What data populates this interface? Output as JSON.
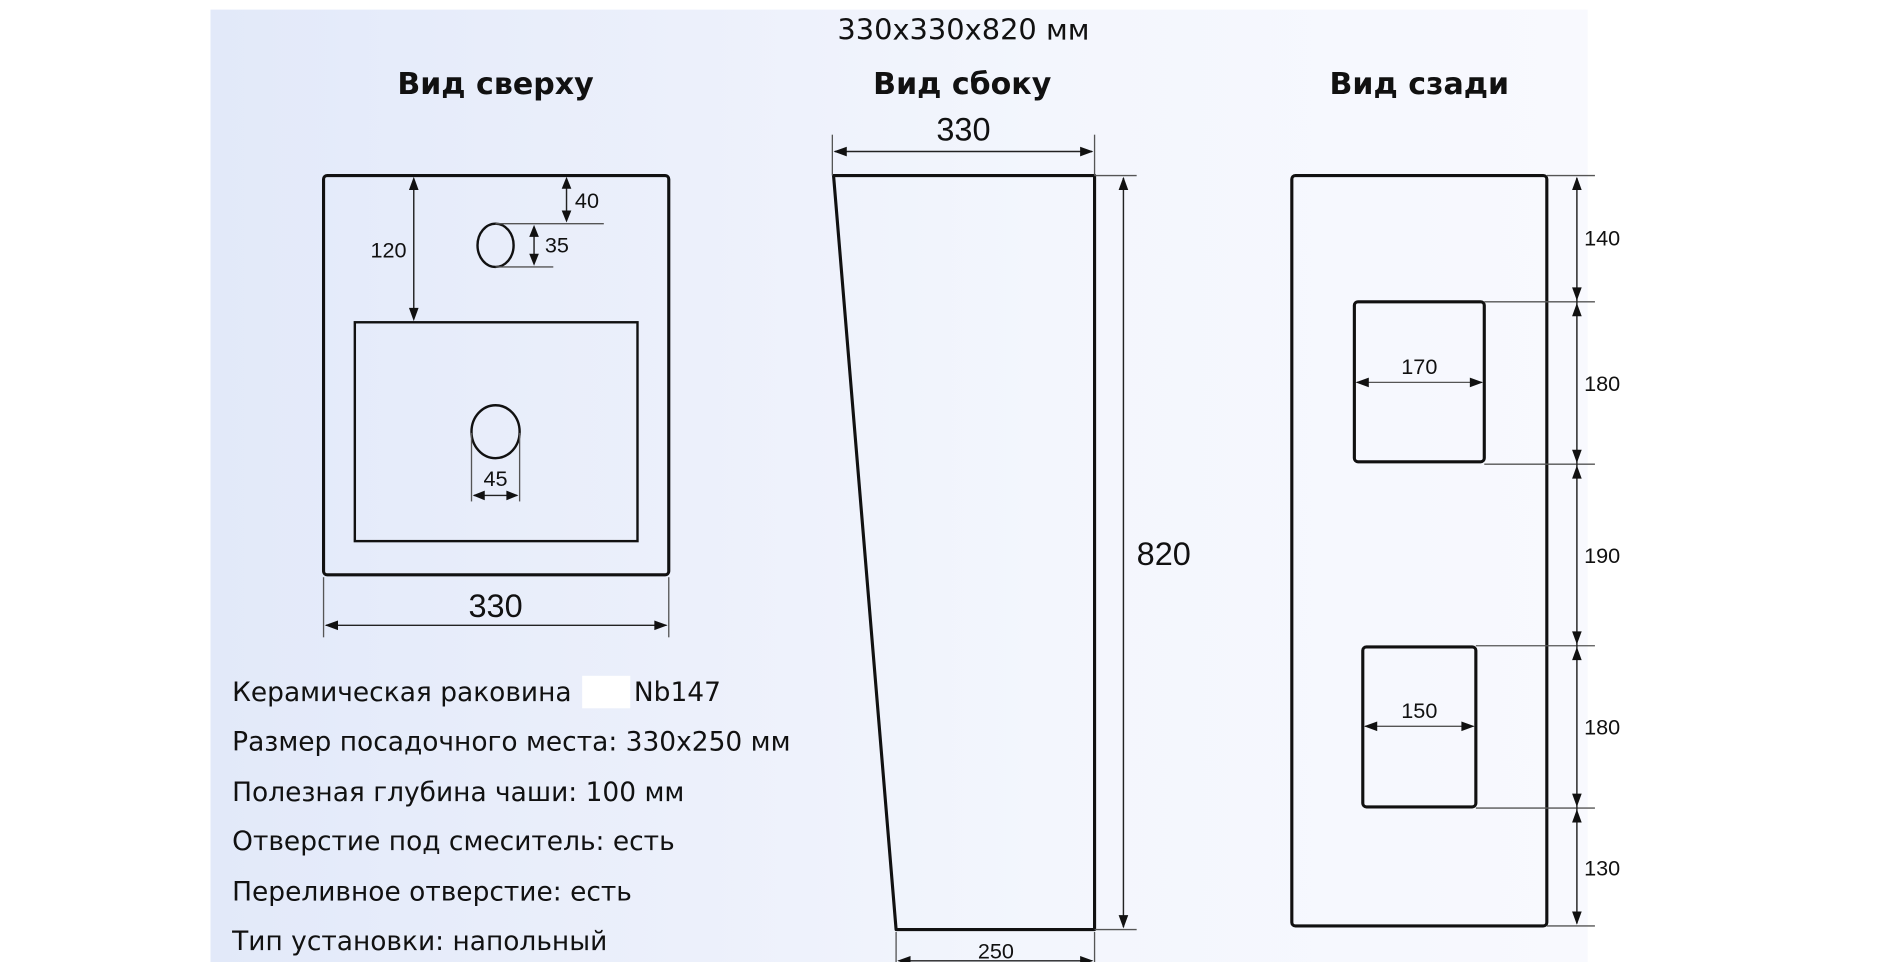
{
  "header": {
    "overall_size": "330x330x820 мм"
  },
  "views": {
    "top": {
      "title": "Вид сверху",
      "dims": {
        "width": "330",
        "bowl_offset": "120",
        "faucet_hole_offset": "40",
        "faucet_hole_diameter": "35",
        "drain_diameter": "45"
      }
    },
    "side": {
      "title": "Вид сбоку",
      "dims": {
        "top_width": "330",
        "height": "820",
        "bottom_width": "250"
      }
    },
    "back": {
      "title": "Вид сзади",
      "dims": {
        "seg1": "140",
        "seg2": "180",
        "seg3": "190",
        "seg4": "180",
        "seg5": "130",
        "upper_opening_width": "170",
        "lower_opening_width": "150"
      }
    }
  },
  "specs": [
    {
      "text": "Керамическая раковина"
    },
    {
      "text": "Размер посадочного места: 330x250 мм"
    },
    {
      "text": "Полезная глубина чаши: 100 мм"
    },
    {
      "text": "Отверстие под смеситель: есть"
    },
    {
      "text": "Переливное отверстие: есть"
    },
    {
      "text": "Тип установки: напольный"
    }
  ],
  "model_code": "Nb147"
}
